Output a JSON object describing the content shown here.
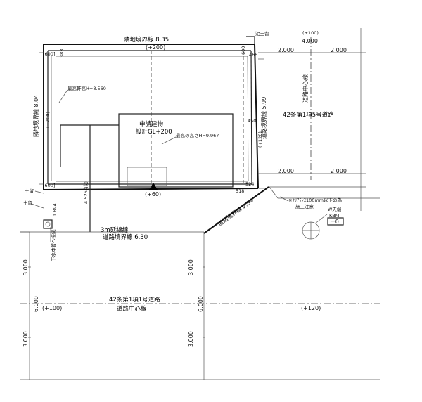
{
  "labels": {
    "north_boundary": "隣地境界線 8.35",
    "north_height": "(+200)",
    "top_right_height": "(+100)",
    "top_right_width": "4.000",
    "inner_box_tl": "[600]",
    "dim_383": "383",
    "dim_600_top": "600",
    "dim_466": "466",
    "soil_top": "泥土留",
    "east_2000_a": "2.000",
    "east_2000_b": "2.000",
    "eave_height": "最高軒高H=8.560",
    "west_boundary": "隣地境界線 8.04",
    "west_height": "(+200)",
    "center_line_right": "道路中心線",
    "road_right_title": "42条第1項5号道路",
    "road_boundary_right": "道路境界線 5.99",
    "dim_450": "450",
    "right_height_120": "(+120)",
    "building_name": "申請建物",
    "design_gl": "設計GL+200",
    "max_height": "最高の高さH=9.967",
    "east_2000_c": "2.000",
    "east_2000_d": "2.000",
    "effective_width": "4.526有効",
    "inner_box_bl": "[600]",
    "soil_left": "土留",
    "left_mark": "土留",
    "plus_60": "(+60)",
    "dim_518": "518",
    "dim_524": "524",
    "corner_boundary": "道路境界線 2.84",
    "note_line1": "※ｸﾘｱﾗﾝｽ100mm以下の為",
    "note_line2": "施工注意",
    "kbm_title1": "W天端",
    "kbm_title2": "KBM",
    "kbm_value": "±0",
    "dim_1894": "1.894",
    "drain_note": "下水本管へ接続",
    "setback_3m": "3m延線線",
    "south_boundary": "道路境界線 6.30",
    "left_3000_a": "3.000",
    "mid_3000_a": "3.000",
    "road_bottom_title": "42条第1項1号道路",
    "road_center_bottom": "道路中心線",
    "left_6000": "6.000",
    "left_plus100": "(+100)",
    "mid_6000": "6.000",
    "right_plus120": "(+120)",
    "left_3000_b": "3.000",
    "mid_3000_b": "3.000"
  },
  "colors": {
    "ink": "#111111",
    "paper": "#ffffff"
  }
}
